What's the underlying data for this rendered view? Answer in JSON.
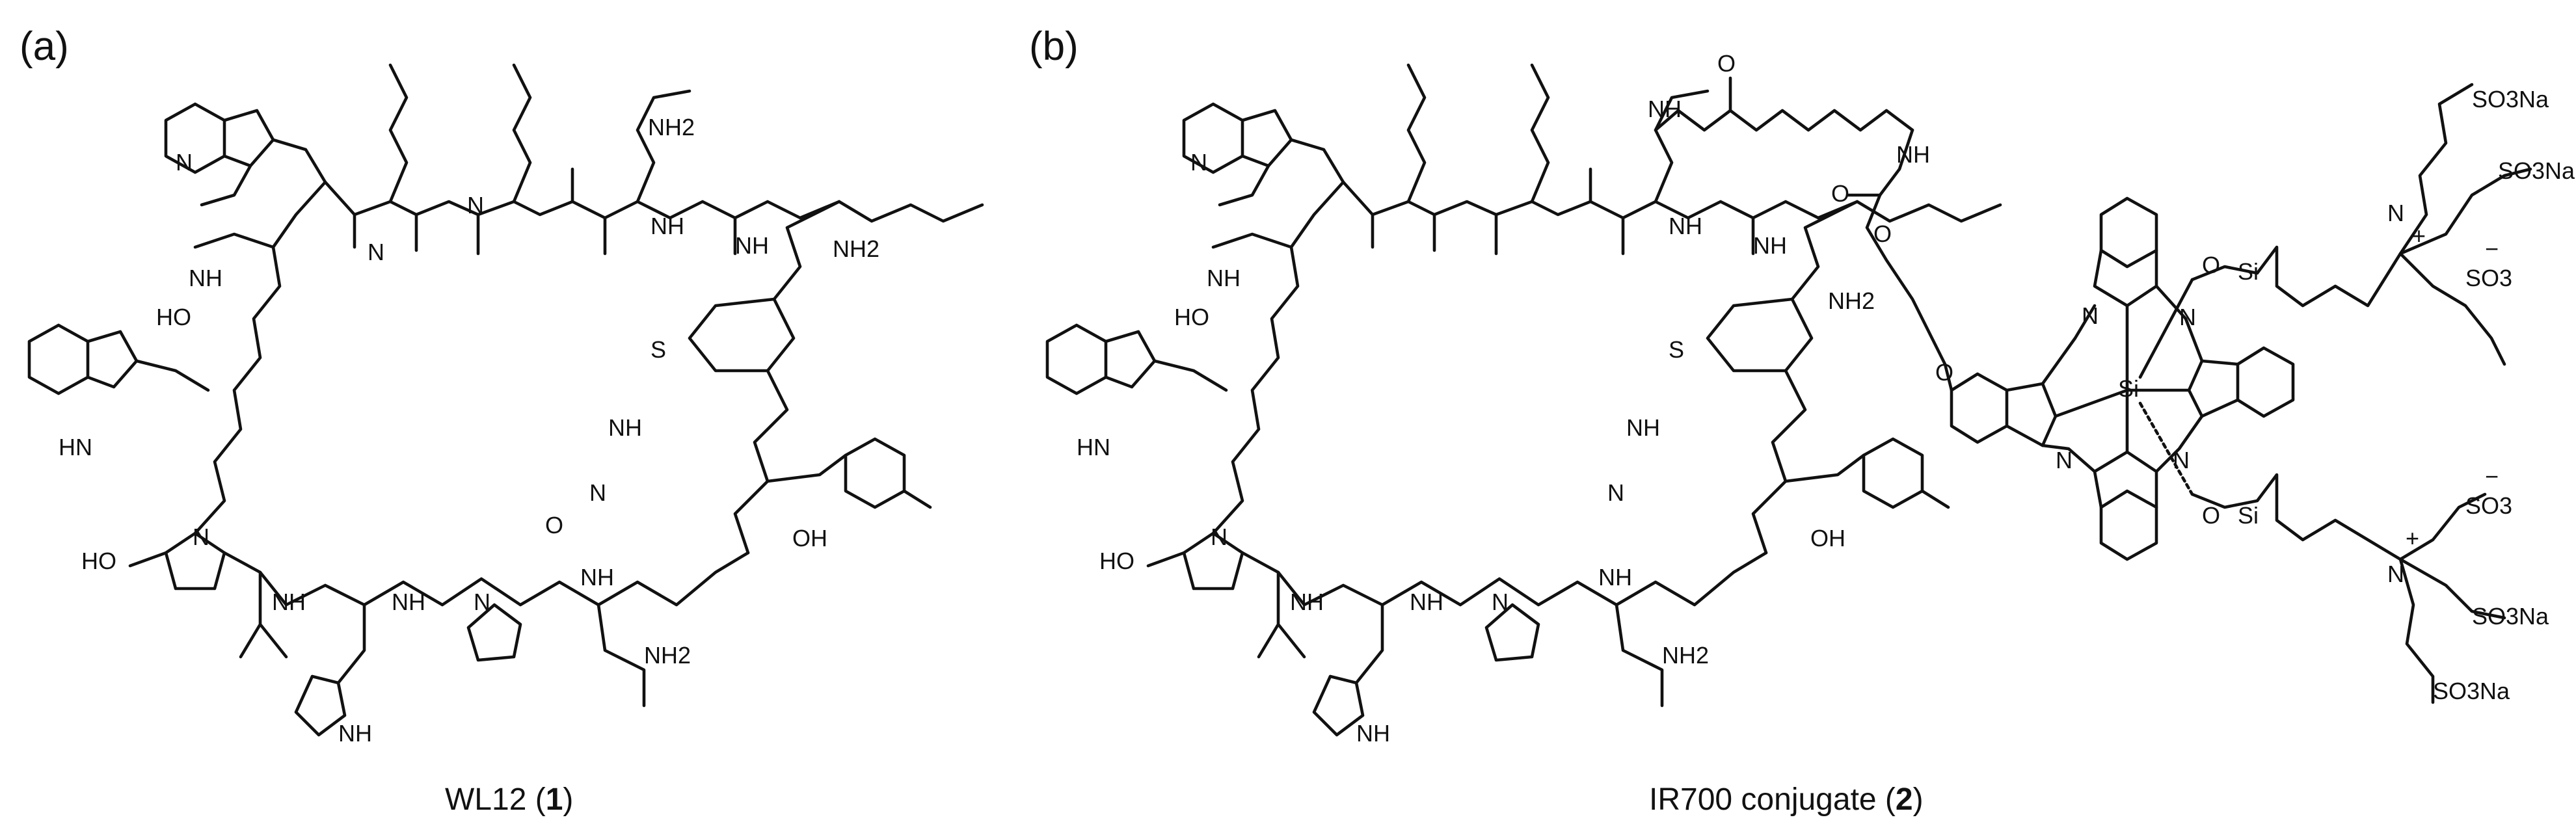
{
  "panels": [
    {
      "label": "(a)",
      "caption": "WL12 (1)",
      "caption_name": "WL12 (",
      "caption_num": "1",
      "caption_close": ")"
    },
    {
      "label": "(b)",
      "caption": "IR700 conjugate (2)",
      "caption_name": "IR700 conjugate (",
      "caption_num": "2",
      "caption_close": ")"
    }
  ],
  "atoms": {
    "NH2": "NH2",
    "NH": "NH",
    "HN": "HN",
    "N": "N",
    "O": "O",
    "S": "S",
    "HO": "HO",
    "OH": "OH",
    "NH_imid": "NH",
    "Si": "Si",
    "N_plus": "N",
    "SO3Na": "SO3Na",
    "SO3": "SO3"
  },
  "charges": {
    "plus": "+",
    "minus": "−"
  }
}
